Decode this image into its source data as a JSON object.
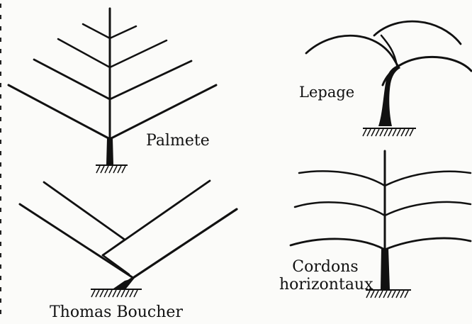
{
  "figure": {
    "labels": {
      "palmete": "Palmete",
      "lepage": "Lepage",
      "thomas_boucher": "Thomas Boucher",
      "cordons_line1": "Cordons",
      "cordons_line2": "horizontaux"
    },
    "colors": {
      "ink": "#111111",
      "paper": "#fbfbf9"
    }
  }
}
